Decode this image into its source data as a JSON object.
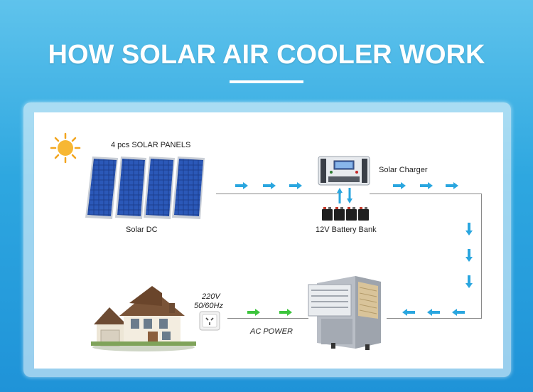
{
  "title": "HOW SOLAR AIR COOLER WORK",
  "diagram": {
    "panels_label": "4 pcs SOLAR PANELS",
    "solar_dc": "Solar DC",
    "solar_charger": "Solar Charger",
    "battery_bank": "12V Battery Bank",
    "voltage": "220V",
    "frequency": "50/60Hz",
    "ac_power": "AC POWER"
  },
  "colors": {
    "arrow_blue": "#2aa6df",
    "arrow_green": "#3cc43c",
    "line_gray": "#8a8a8a"
  }
}
